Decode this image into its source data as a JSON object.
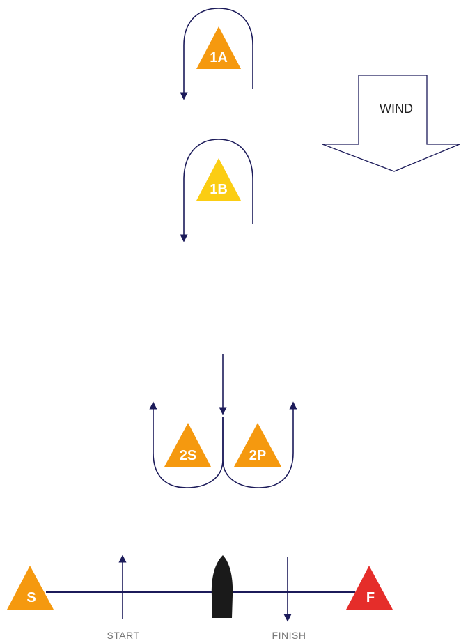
{
  "marks": {
    "m1a": {
      "label": "1A",
      "color": "#f5990f"
    },
    "m1b": {
      "label": "1B",
      "color": "#fbcd13"
    },
    "m2s": {
      "label": "2S",
      "color": "#f5990f"
    },
    "m2p": {
      "label": "2P",
      "color": "#f5990f"
    },
    "start": {
      "label": "S",
      "color": "#f5990f"
    },
    "finish": {
      "label": "F",
      "color": "#e52d2a"
    }
  },
  "wind": {
    "label": "WIND"
  },
  "lines": {
    "start_label": "START",
    "finish_label": "FINISH"
  },
  "colors": {
    "path": "#1c1b5a",
    "committee_boat": "#1a1a1a",
    "wind_arrow_stroke": "#1c1b5a"
  }
}
